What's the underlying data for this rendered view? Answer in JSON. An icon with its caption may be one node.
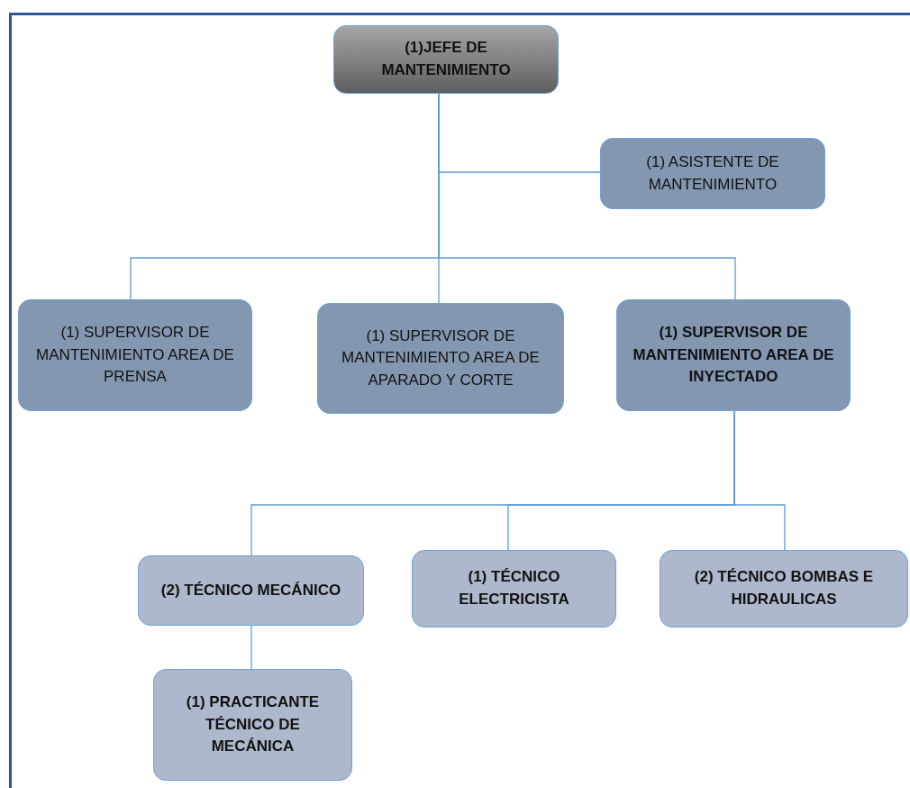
{
  "diagram": {
    "nodes": [
      {
        "text": [
          "(1)JEFE DE MANTENIMIENTO"
        ]
      },
      {
        "text": [
          "(1) ASISTENTE DE MANTENIMIENTO"
        ]
      },
      {
        "text": [
          "(1) SUPERVISOR DE MANTENIMIENTO AREA DE PRENSA"
        ]
      },
      {
        "text": [
          "(1) SUPERVISOR DE MANTENIMIENTO AREA DE APARADO Y CORTE"
        ]
      },
      {
        "text": [
          "(1) SUPERVISOR DE MANTENIMIENTO AREA DE INYECTADO"
        ]
      },
      {
        "text": [
          "(2) TÉCNICO MECÁNICO"
        ]
      },
      {
        "text": [
          "(1) TÉCNICO ELECTRICISTA"
        ]
      },
      {
        "text": [
          "(2) TÉCNICO BOMBAS E HIDRAULICAS"
        ]
      },
      {
        "text": [
          "(1) PRACTICANTE TÉCNICO DE MECÁNICA"
        ]
      }
    ],
    "edges": [
      {
        "from": 0,
        "to": 1,
        "arrow": "none"
      },
      {
        "from": 0,
        "to": 2,
        "arrow": "none"
      },
      {
        "from": 0,
        "to": 3,
        "arrow": "none"
      },
      {
        "from": 0,
        "to": 4,
        "arrow": "none"
      },
      {
        "from": 4,
        "to": 5,
        "arrow": "none"
      },
      {
        "from": 4,
        "to": 6,
        "arrow": "none"
      },
      {
        "from": 4,
        "to": 7,
        "arrow": "none"
      },
      {
        "from": 5,
        "to": 8,
        "arrow": "none"
      }
    ]
  }
}
